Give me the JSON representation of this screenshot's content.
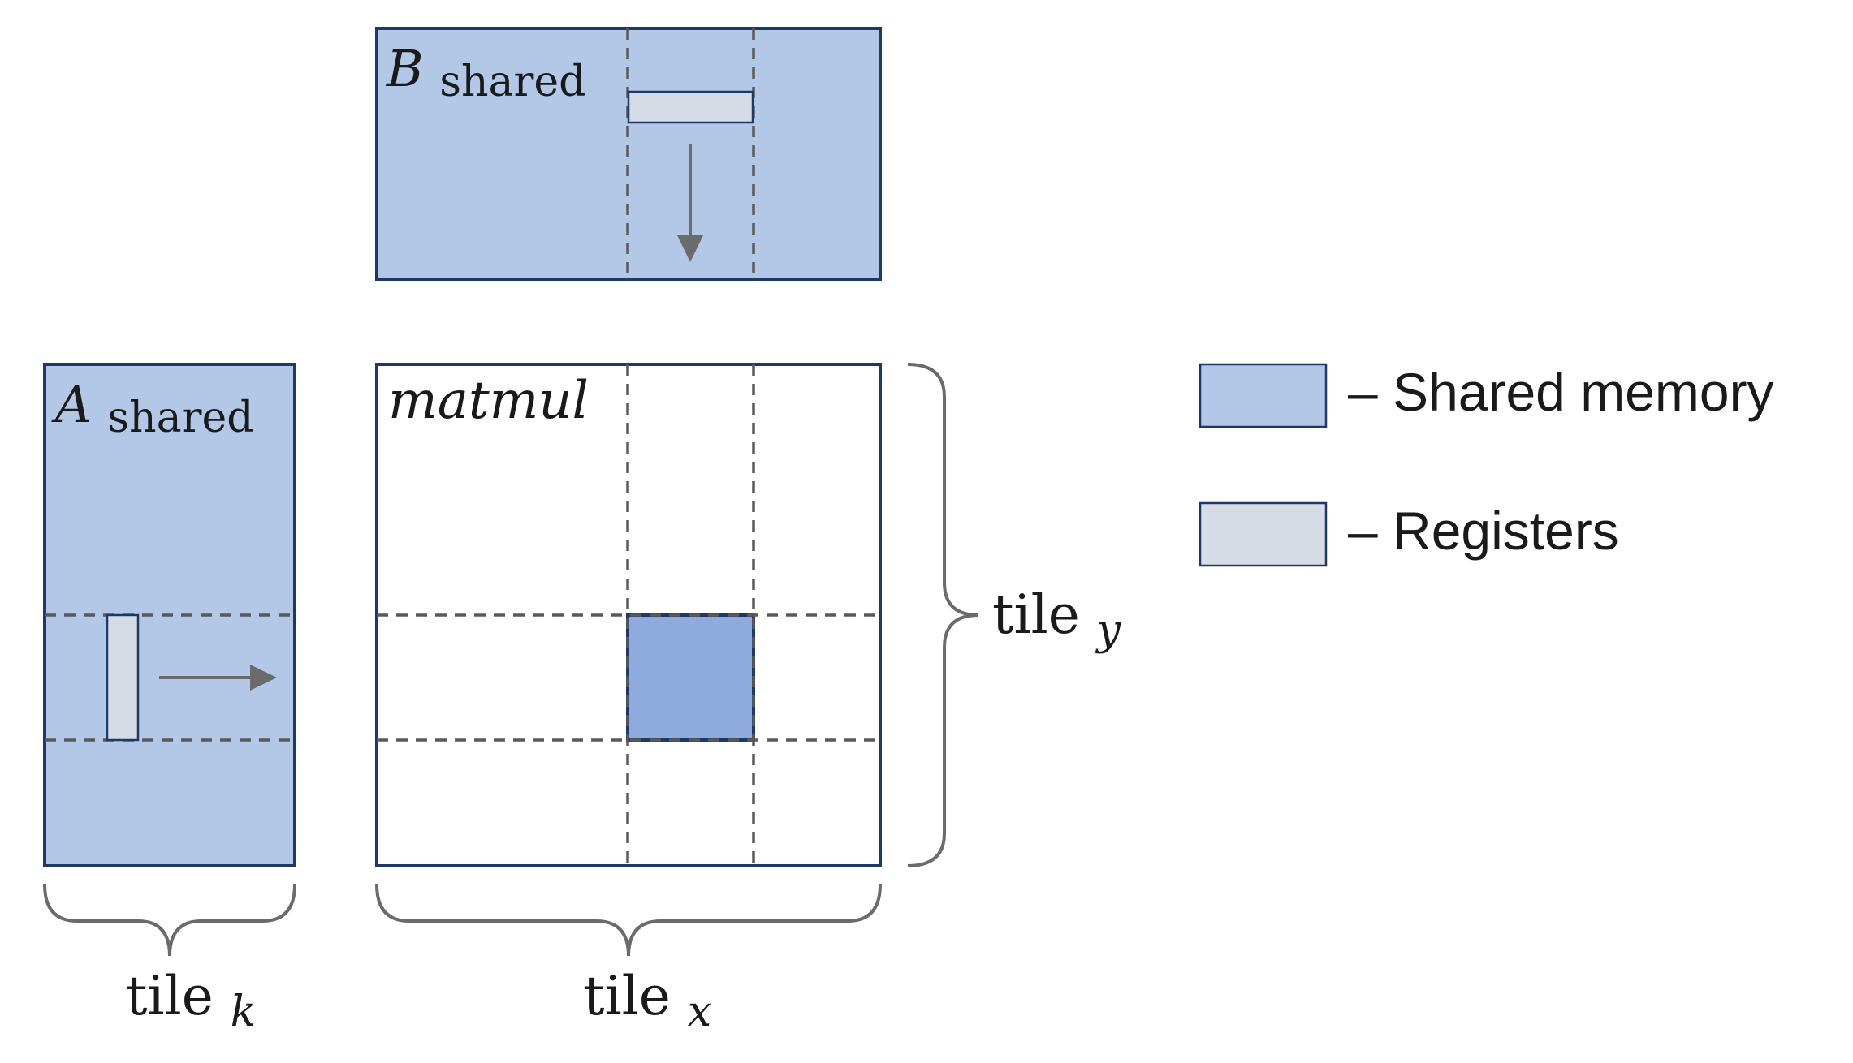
{
  "colors": {
    "shared_memory": "#b3c7e6",
    "registers": "#d6dce5",
    "highlight_tile": "#8faadc",
    "border": "#1f3864",
    "dashed": "#595959",
    "arrow": "#6b6b6b",
    "brace": "#6b6b6b",
    "matmul_fill": "#ffffff"
  },
  "b_shared": {
    "base": "B",
    "sub": "shared"
  },
  "a_shared": {
    "base": "A",
    "sub": "shared"
  },
  "matmul": {
    "label": "matmul"
  },
  "tiles": {
    "k": {
      "base": "tile",
      "sub": "k"
    },
    "x": {
      "base": "tile",
      "sub": "x"
    },
    "y": {
      "base": "tile",
      "sub": "y"
    }
  },
  "legend": {
    "shared_memory_label": "– Shared memory",
    "registers_label": "– Registers"
  },
  "icons": {
    "down_arrow": "arrow-down-icon",
    "right_arrow": "arrow-right-icon"
  }
}
